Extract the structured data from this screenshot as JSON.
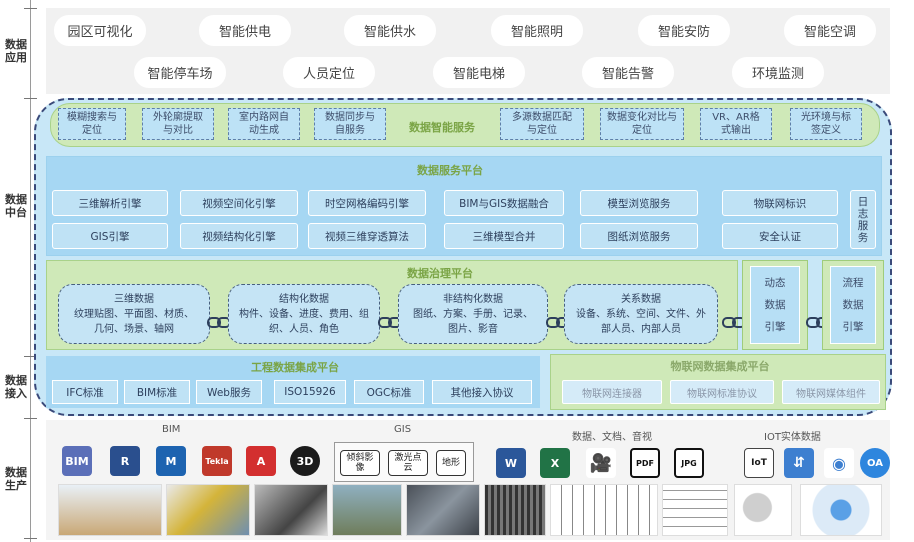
{
  "layers": {
    "app": "数据\n应用",
    "middle": "数据\n中台",
    "access": "数据\n接入",
    "prod": "数据\n生产"
  },
  "apps": {
    "row1": [
      "园区可视化",
      "智能供电",
      "智能供水",
      "智能照明",
      "智能安防",
      "智能空调"
    ],
    "row2": [
      "智能停车场",
      "人员定位",
      "智能电梯",
      "智能告警",
      "环境监测"
    ]
  },
  "solution": {
    "left": [
      "模糊搜索与\n定位",
      "外轮廓提取\n与对比",
      "室内路网自\n动生成",
      "数据同步与\n自服务"
    ],
    "title": "数据智能服务",
    "right": [
      "多源数据匹配\n与定位",
      "数据变化对比与\n定位",
      "VR、AR格\n式输出",
      "光环境与标\n签定义"
    ]
  },
  "service": {
    "title": "数据服务平台",
    "cells": [
      [
        "三维解析引擎",
        "GIS引擎"
      ],
      [
        "视频空间化引擎",
        "视频结构化引擎"
      ],
      [
        "时空网格编码引擎",
        "视频三维穿透算法"
      ],
      [
        "BIM与GIS数据融合",
        "三维模型合并"
      ],
      [
        "模型浏览服务",
        "图纸浏览服务"
      ],
      [
        "物联网标识",
        "安全认证"
      ]
    ],
    "log": "日\n志\n服\n务"
  },
  "governance": {
    "title": "数据治理平台",
    "clusters": [
      {
        "title": "三维数据",
        "body": "纹理贴图、平面图、材质、\n几何、场景、轴网"
      },
      {
        "title": "结构化数据",
        "body": "构件、设备、进度、费用、组\n织、人员、角色"
      },
      {
        "title": "非结构化数据",
        "body": "图纸、方案、手册、记录、\n图片、影音"
      },
      {
        "title": "关系数据",
        "body": "设备、系统、空间、文件、外\n部人员、内部人员"
      }
    ],
    "engines": [
      "动态\n数据\n引擎",
      "流程\n数据\n引擎"
    ]
  },
  "access": {
    "eng_title": "工程数据集成平台",
    "eng_items": [
      "IFC标准",
      "BIM标准",
      "Web服务",
      "ISO15926",
      "OGC标准",
      "其他接入协议"
    ],
    "iot_title": "物联网数据集成平台",
    "iot_items": [
      "物联网连接器",
      "物联网标准协议",
      "物联网媒体组件"
    ]
  },
  "production": {
    "groups": [
      "BIM",
      "GIS",
      "数据、文档、音视",
      "IOT实体数据"
    ],
    "gis_buttons": [
      "倾斜影\n像",
      "激光点\n云",
      "地形"
    ],
    "bim_icons": [
      "BIM",
      "R",
      "M",
      "Tekla",
      "A",
      "3D"
    ],
    "doc_icons": [
      "W",
      "X",
      "🎥",
      "PDF",
      "JPG"
    ],
    "iot_icons": [
      "IoT",
      "⇵",
      "◉",
      "OA"
    ]
  },
  "colors": {
    "app_bg": "#f1f1f1",
    "middle_bg": "#c8e7f7",
    "green_band": "#cfe9b8",
    "title_green": "#7aa445",
    "border_dark": "#3a4a7a"
  }
}
